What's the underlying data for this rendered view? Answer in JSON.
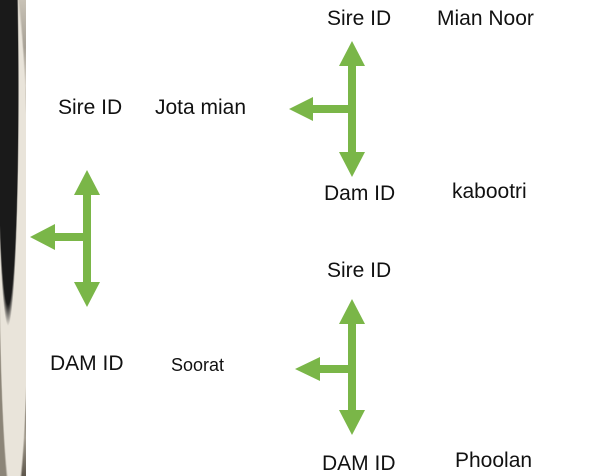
{
  "colors": {
    "arrow": "#7ab648",
    "text": "#111111"
  },
  "top_pair": {
    "sire_label": "Sire ID",
    "sire_value": "Mian Noor",
    "dam_label": "Dam ID",
    "dam_value": "kabootri"
  },
  "bottom_pair": {
    "sire_label": "Sire ID",
    "dam_label": "DAM ID",
    "dam_value": "Phoolan"
  },
  "parents": {
    "sire_label": "Sire ID",
    "sire_value": "Jota mian",
    "dam_label": "DAM ID",
    "dam_value": "Soorat"
  },
  "icons": {
    "photo": "animal-photo-icon",
    "arrow": "double-headed-branch-arrow-icon"
  }
}
